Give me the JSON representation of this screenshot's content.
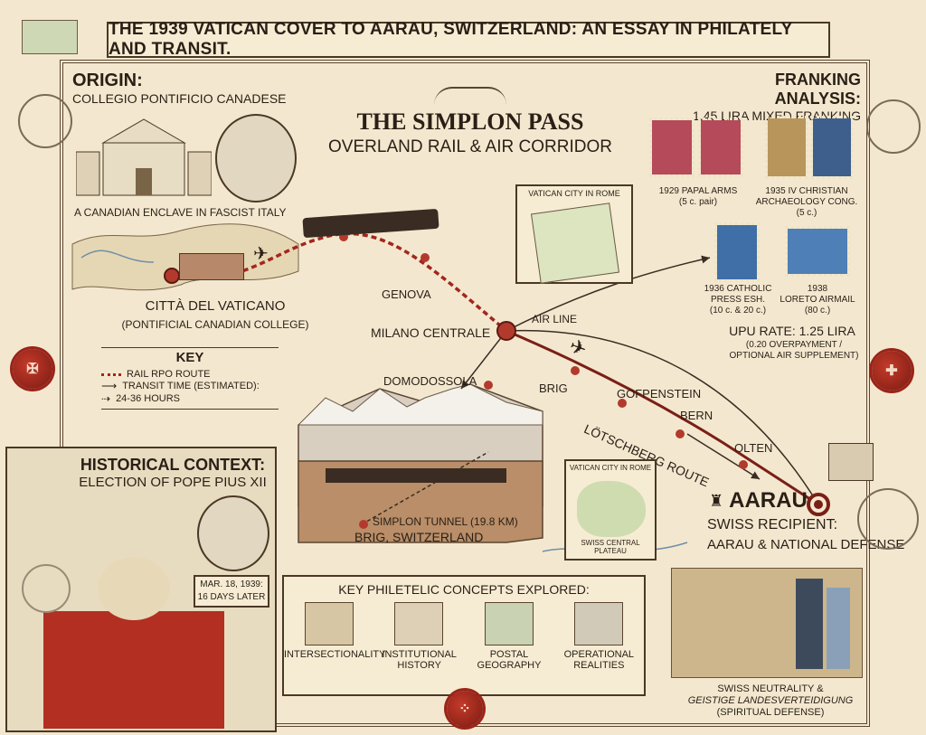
{
  "banner": {
    "title": "THE 1939 VATICAN COVER TO AARAU, SWITZERLAND: AN ESSAY IN PHILATELY AND TRANSIT."
  },
  "center_title": {
    "line1": "THE SIMPLON PASS",
    "line2": "OVERLAND RAIL & AIR CORRIDOR"
  },
  "origin": {
    "heading": "ORIGIN:",
    "subheading": "COLLEGIO PONTIFICIO CANADESE",
    "caption": "A CANADIAN ENCLAVE IN FASCIST ITALY",
    "city": "CITTÀ DEL VATICANO",
    "city_sub": "(PONTIFICIAL CANADIAN COLLEGE)"
  },
  "key": {
    "heading": "KEY",
    "items": [
      "RAIL RPO ROUTE",
      "TRANSIT TIME (ESTIMATED):",
      "24-36 HOURS"
    ]
  },
  "map_labels": {
    "genova": "GENOVA",
    "milano": "MILANO CENTRALE",
    "air_line": "AIR LINE",
    "domodossola": "DOMODOSSOLA",
    "brig": "BRIG",
    "gofpenstein": "GOFPENSTEIN",
    "bern": "BERN",
    "lotschberg": "LÖTSCHBERG ROUTE",
    "olten": "OLTEN",
    "simplon_tunnel": "SIMPLON TUNNEL (19.8 km)",
    "brig_switzerland": "BRIG, SWITZERLAND"
  },
  "inset_vatican": {
    "title": "VATICAN CITY IN ROME"
  },
  "inset_swiss": {
    "title": "VATICAN CITY IN ROME",
    "caption": "SWISS CENTRAL PLATEAU"
  },
  "franking": {
    "heading": "FRANKING ANALYSIS:",
    "subheading": "1.45 LIRA MIXED FRANKING",
    "stamps": [
      {
        "caption": "1929 PAPAL ARMS\n(5 c. pair)",
        "color": "#b44a5a",
        "denom": "5"
      },
      {
        "caption": "1935 IV CHRISTIAN\nARCHAEOLOGY CONG.\n(5 c.)",
        "color": "#3e5f8c",
        "denom": "5"
      },
      {
        "caption": "1936 CATHOLIC\nPRESS ESH.\n(10 c. & 20 c.)",
        "color": "#3f6fa6",
        "denom": "20"
      },
      {
        "caption": "1938\nLORETO AIRMAIL\n(80 c.)",
        "color": "#4e7fb6",
        "denom": "80"
      }
    ],
    "upu_rate": "UPU RATE: 1.25 LIRA",
    "upu_note": "(0.20 OVERPAYMENT /\nOPTIONAL AIR SUPPLEMENT)"
  },
  "aarau": {
    "name": "AARAU",
    "line1": "SWISS RECIPIENT:",
    "line2": "AARAU & NATIONAL DEFENSE",
    "caption1": "SWISS NEUTRALITY &",
    "caption2": "GEISTIGE LANDESVERTEIDIGUNG",
    "caption3": "(SPIRITUAL DEFENSE)"
  },
  "historical": {
    "heading": "HISTORICAL CONTEXT:",
    "subheading": "ELECTION OF POPE PIUS XII",
    "date_box": "MAR. 18, 1939:\n16 DAYS LATER"
  },
  "concepts": {
    "heading": "KEY PHILETELIC CONCEPTS EXPLORED:",
    "items": [
      "INTERSECTIONALITY",
      "INSTITUTIONAL\nHISTORY",
      "POSTAL\nGEOGRAPHY",
      "OPERATIONAL\nREALITIES"
    ]
  },
  "colors": {
    "route_red": "#a3261c",
    "ink": "#2a1f16",
    "parchment": "#f3e8cf",
    "seal": "#9a2418"
  }
}
